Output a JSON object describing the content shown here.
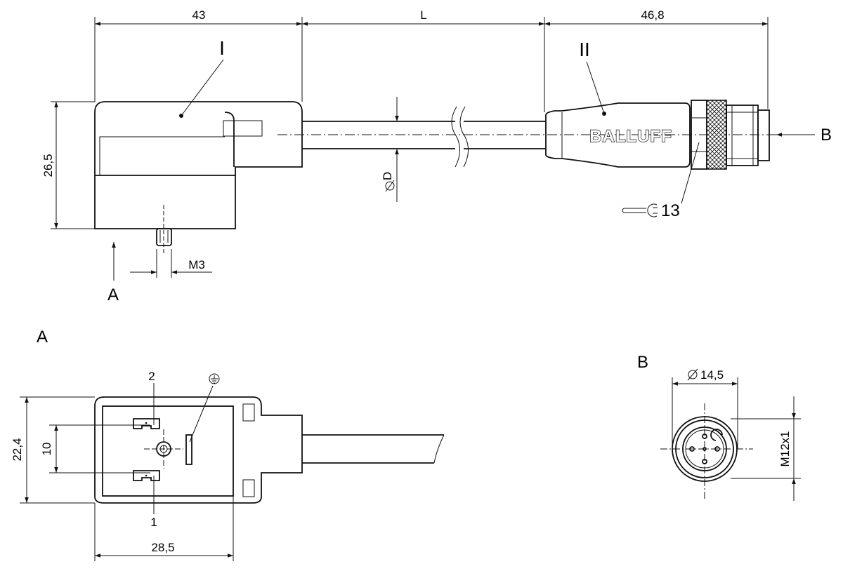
{
  "dimensions": {
    "plug_length": "43",
    "cable_length": "L",
    "connector_length": "46,8",
    "plug_height": "26,5",
    "cable_diameter": "D",
    "screw_thread": "M3",
    "face_height": "22,4",
    "pin_spacing": "10",
    "face_width": "28,5",
    "connector_diameter": "14,5",
    "connector_thread": "M12x1"
  },
  "labels": {
    "part_one": "I",
    "part_two": "II",
    "view_a_arrow": "A",
    "view_b_arrow": "B",
    "view_a_title": "A",
    "view_b_title": "B",
    "wrench_size": "13",
    "pin_two": "2",
    "pin_one": "1"
  },
  "brand": "BALLUFF",
  "symbols": {
    "diameter": "diameter-icon",
    "ground": "ground-icon",
    "wrench": "wrench-icon"
  }
}
